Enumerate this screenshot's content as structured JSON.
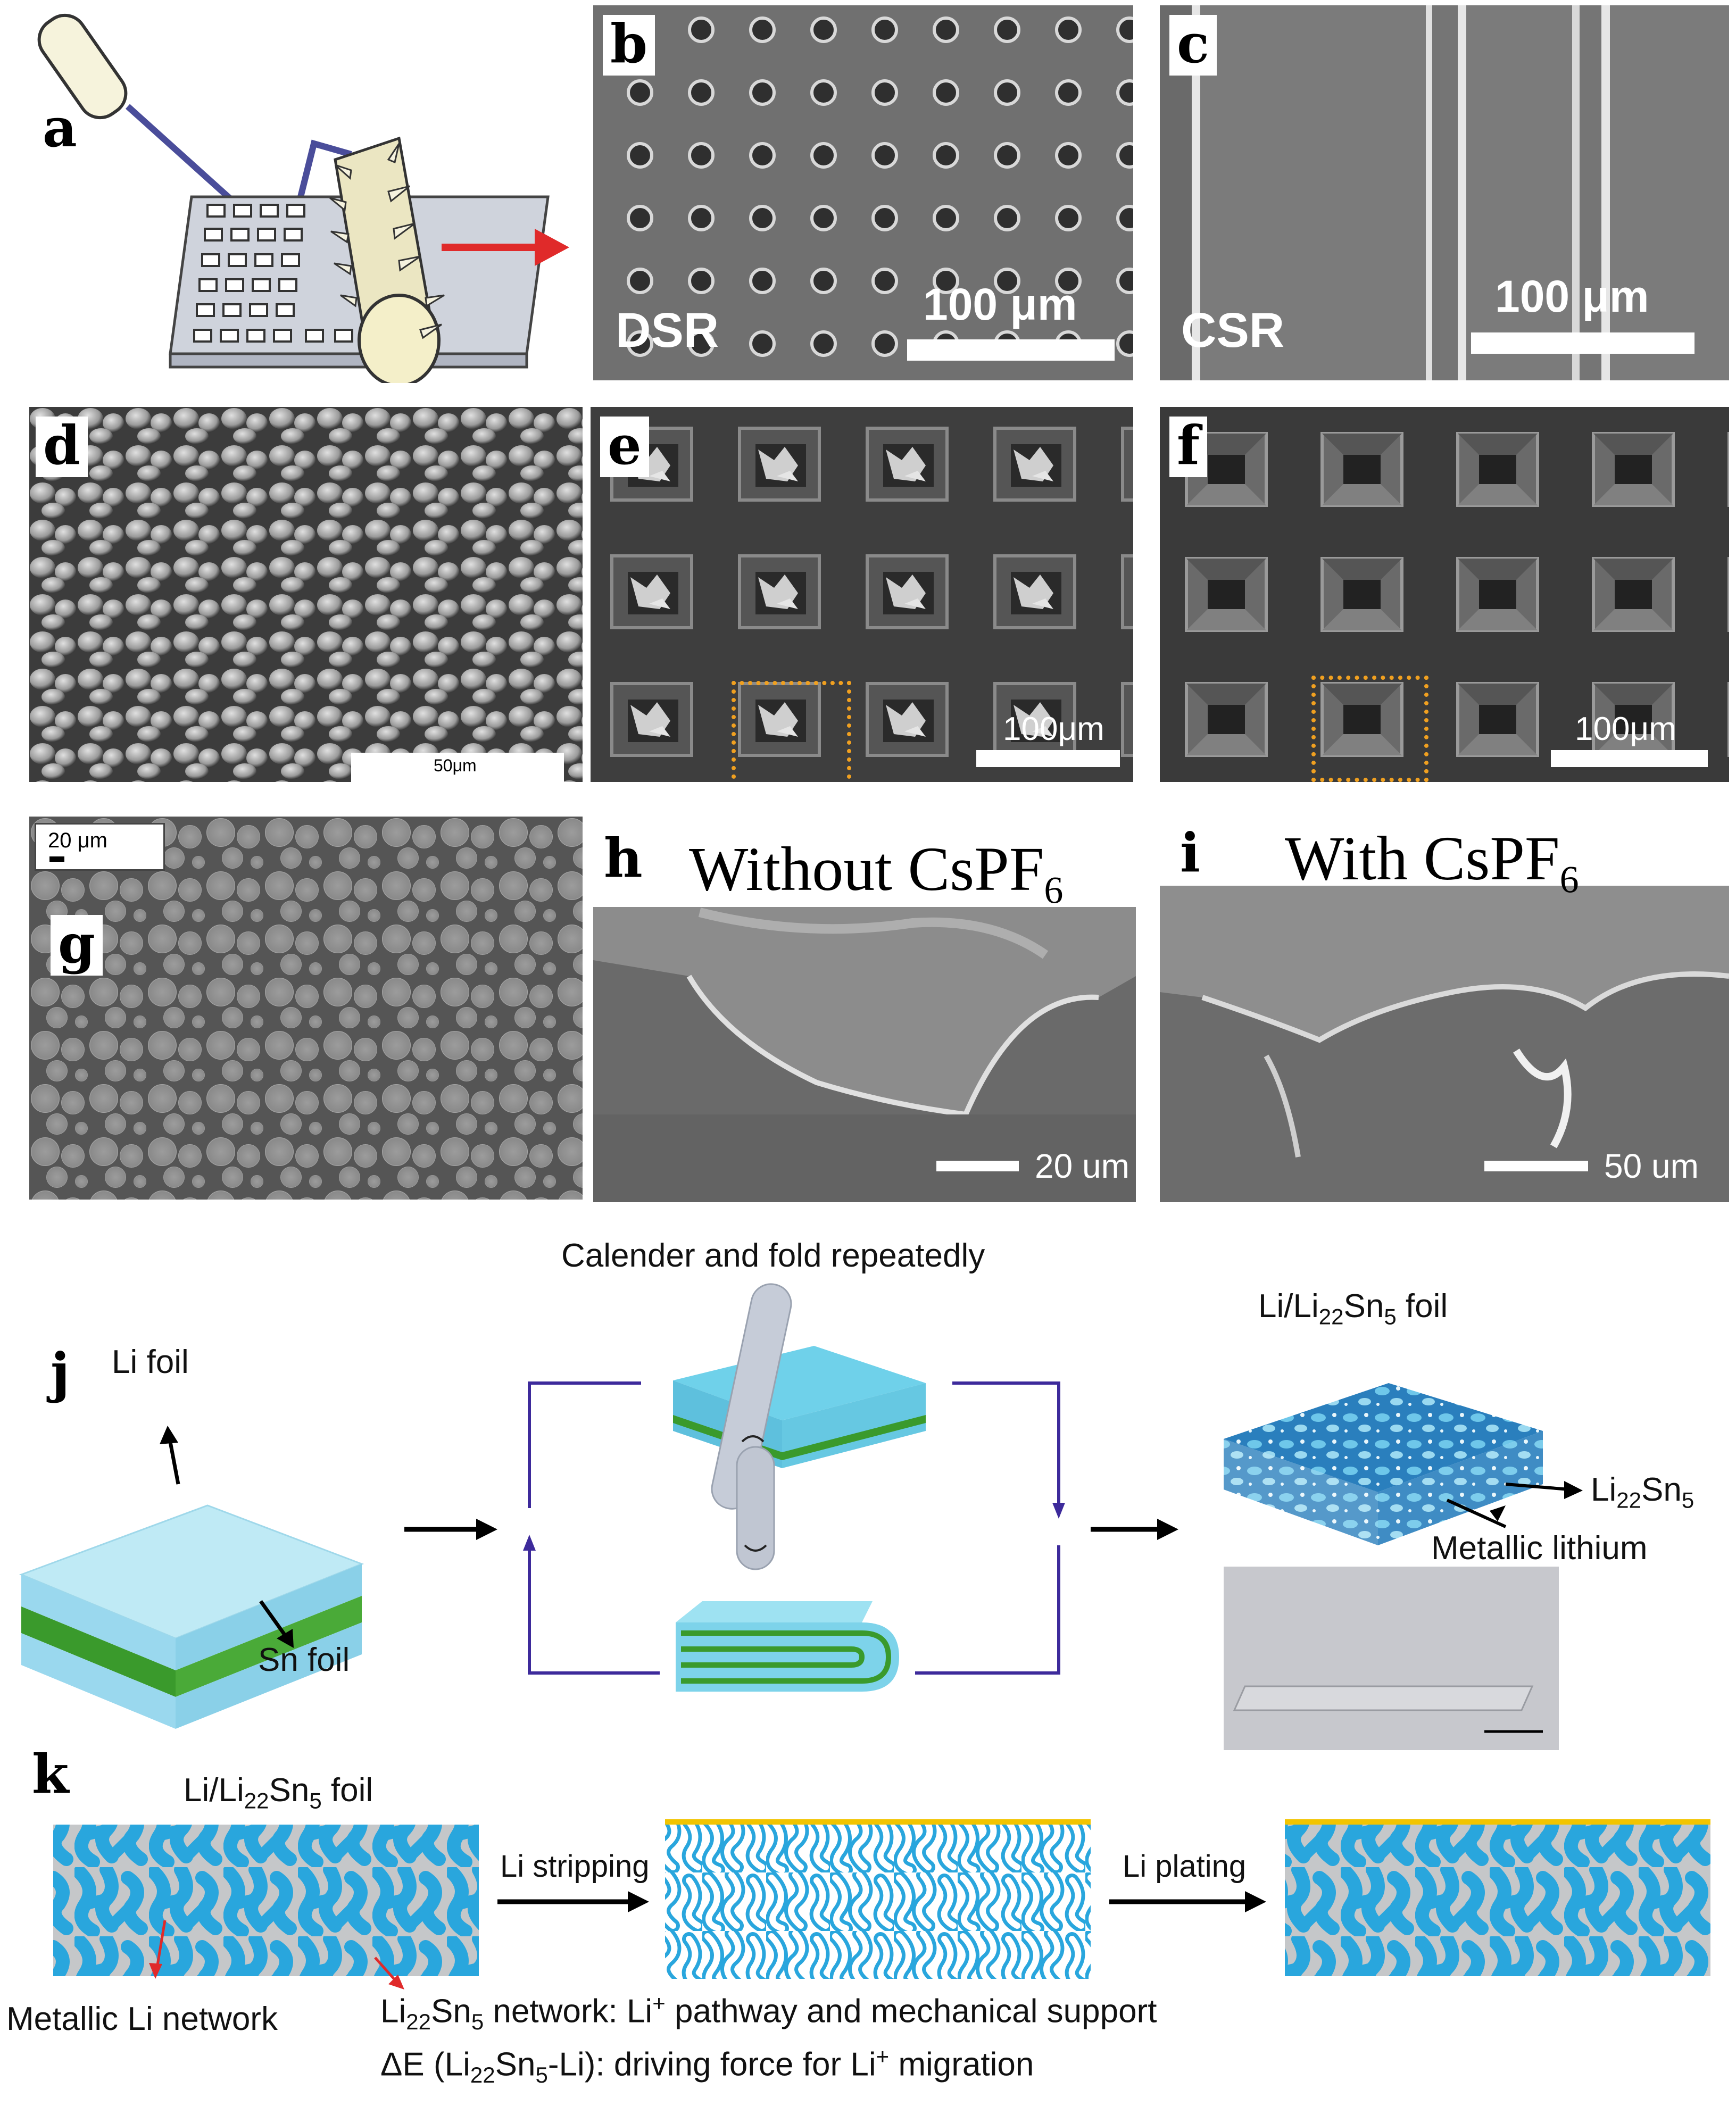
{
  "panels": {
    "a": {
      "label": "a"
    },
    "b": {
      "label": "b",
      "tag": "DSR",
      "scale": "100 μm"
    },
    "c": {
      "label": "c",
      "tag": "CSR",
      "scale": "100 μm"
    },
    "d": {
      "label": "d",
      "scale": "50μm"
    },
    "e": {
      "label": "e",
      "scale": "100μm"
    },
    "f": {
      "label": "f",
      "scale": "100μm"
    },
    "g": {
      "label": "g",
      "scale": "20 μm"
    },
    "h": {
      "label": "h",
      "title_main": "Without CsPF",
      "title_sub": "6",
      "scale": "20 um"
    },
    "i": {
      "label": "i",
      "title_main": "With CsPF",
      "title_sub": "6",
      "scale": "50 um"
    },
    "j": {
      "label": "j",
      "calender_text": "Calender and fold repeatedly",
      "li_foil": "Li foil",
      "sn_foil": "Sn foil",
      "product_prefix": "Li/Li",
      "product_sub": "22",
      "product_mid": "Sn",
      "product_sub2": "5",
      "product_suffix": " foil",
      "phase_main": "Li",
      "phase_sub": "22",
      "phase_mid": "Sn",
      "phase_sub2": "5",
      "metallic_lithium": "Metallic lithium"
    },
    "k": {
      "label": "k",
      "foil_prefix": "Li/Li",
      "foil_sub": "22",
      "foil_mid": "Sn",
      "foil_sub2": "5",
      "foil_suffix": " foil",
      "stripping": "Li stripping",
      "plating": "Li plating",
      "metallic_li_network": "Metallic Li network",
      "network_sub": "22",
      "network_mid": "Sn",
      "network_sub2": "5",
      "network_text": " network: Li",
      "network_sup": "+",
      "network_rest": " pathway and mechanical support",
      "delta_prefix": "ΔE (Li",
      "delta_sub": "22",
      "delta_mid": "Sn",
      "delta_sub2": "5",
      "delta_text": "-Li): driving force for Li",
      "delta_sup": "+",
      "delta_rest": " migration"
    }
  },
  "colors": {
    "li_blue": "#29a6dd",
    "alloy_grey": "#c5c7c9",
    "sei_yellow": "#f2c400",
    "arrow_red": "#e02a2a",
    "flow_purple": "#3d2a9b",
    "foil_cyan": "#8fdcf0",
    "sn_green": "#3a9a2c",
    "highlight_orange": "#f0a020"
  }
}
